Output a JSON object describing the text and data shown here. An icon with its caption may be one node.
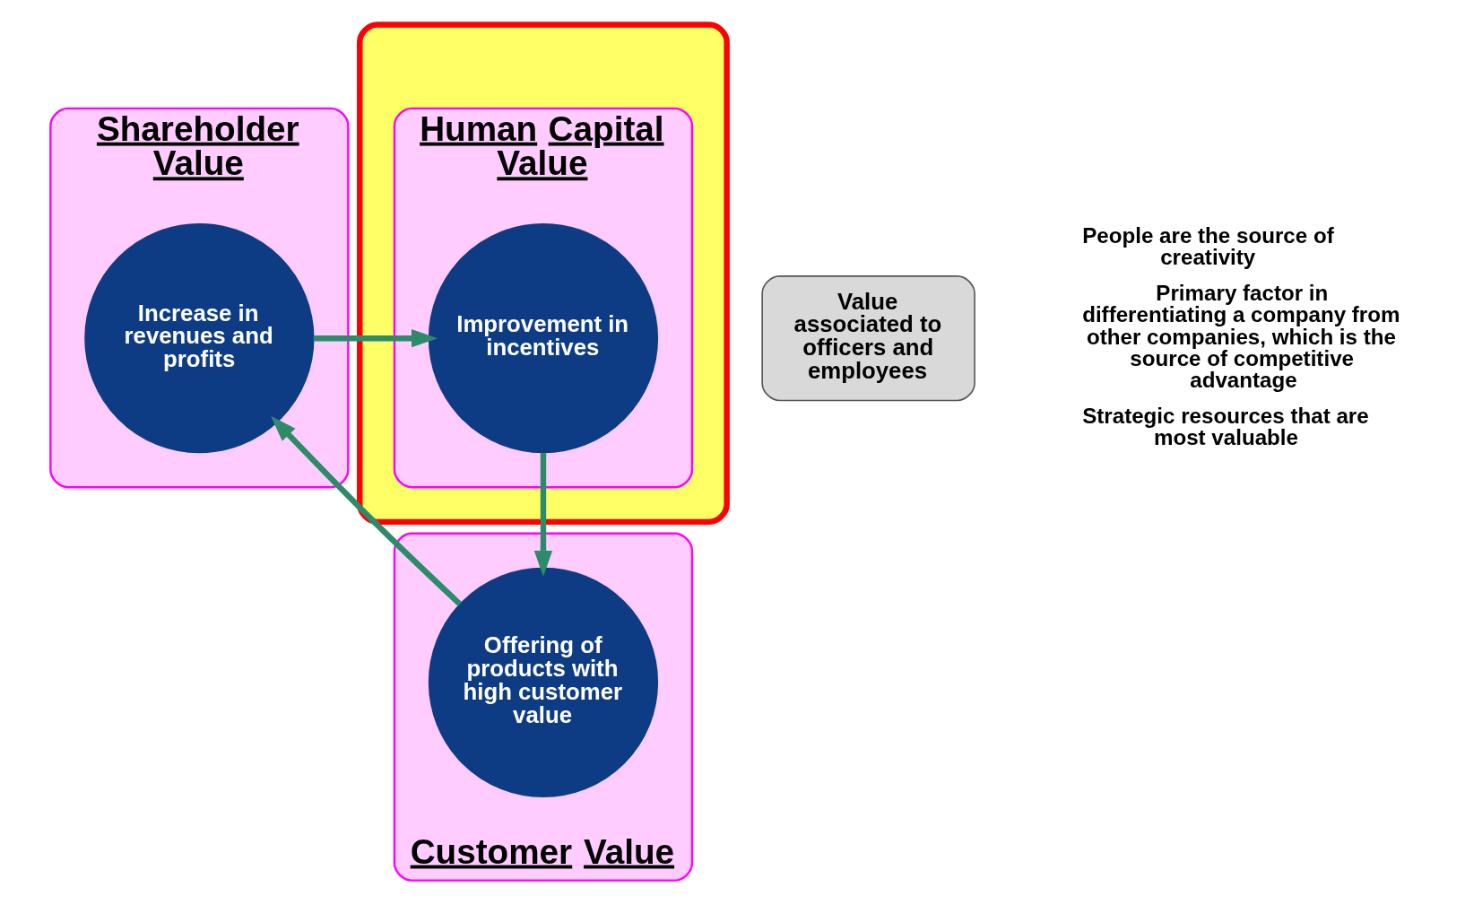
{
  "diagram": {
    "nodes": [
      {
        "text": [
          "Shareholder Value"
        ]
      },
      {
        "text": [
          "Increase in revenues and profits"
        ],
        "in": 0
      },
      {
        "text": [],
        "shape": "box"
      },
      {
        "text": [
          "Human Capital Value"
        ],
        "in": 2
      },
      {
        "text": [
          "Improvement in incentives"
        ],
        "in": 3
      },
      {
        "text": [
          "Value associated to officers and employees"
        ]
      },
      {
        "text": [
          "Customer Value"
        ]
      },
      {
        "text": [
          "Offering of products with high customer value"
        ],
        "in": 6
      }
    ],
    "edges": [
      {
        "from": 1,
        "to": 4,
        "arrow": "to",
        "color": "#2e8b6a"
      },
      {
        "from": 4,
        "to": 7,
        "arrow": "to",
        "color": "#2e8b6a"
      },
      {
        "from": 7,
        "to": 1,
        "arrow": "to",
        "color": "#2e8b6a"
      }
    ],
    "labels": [
      "People are the source of creativity",
      "Primary factor in differentiating a company from other companies, which is the source of competitive advantage",
      "Strategic resources that are most valuable"
    ]
  }
}
